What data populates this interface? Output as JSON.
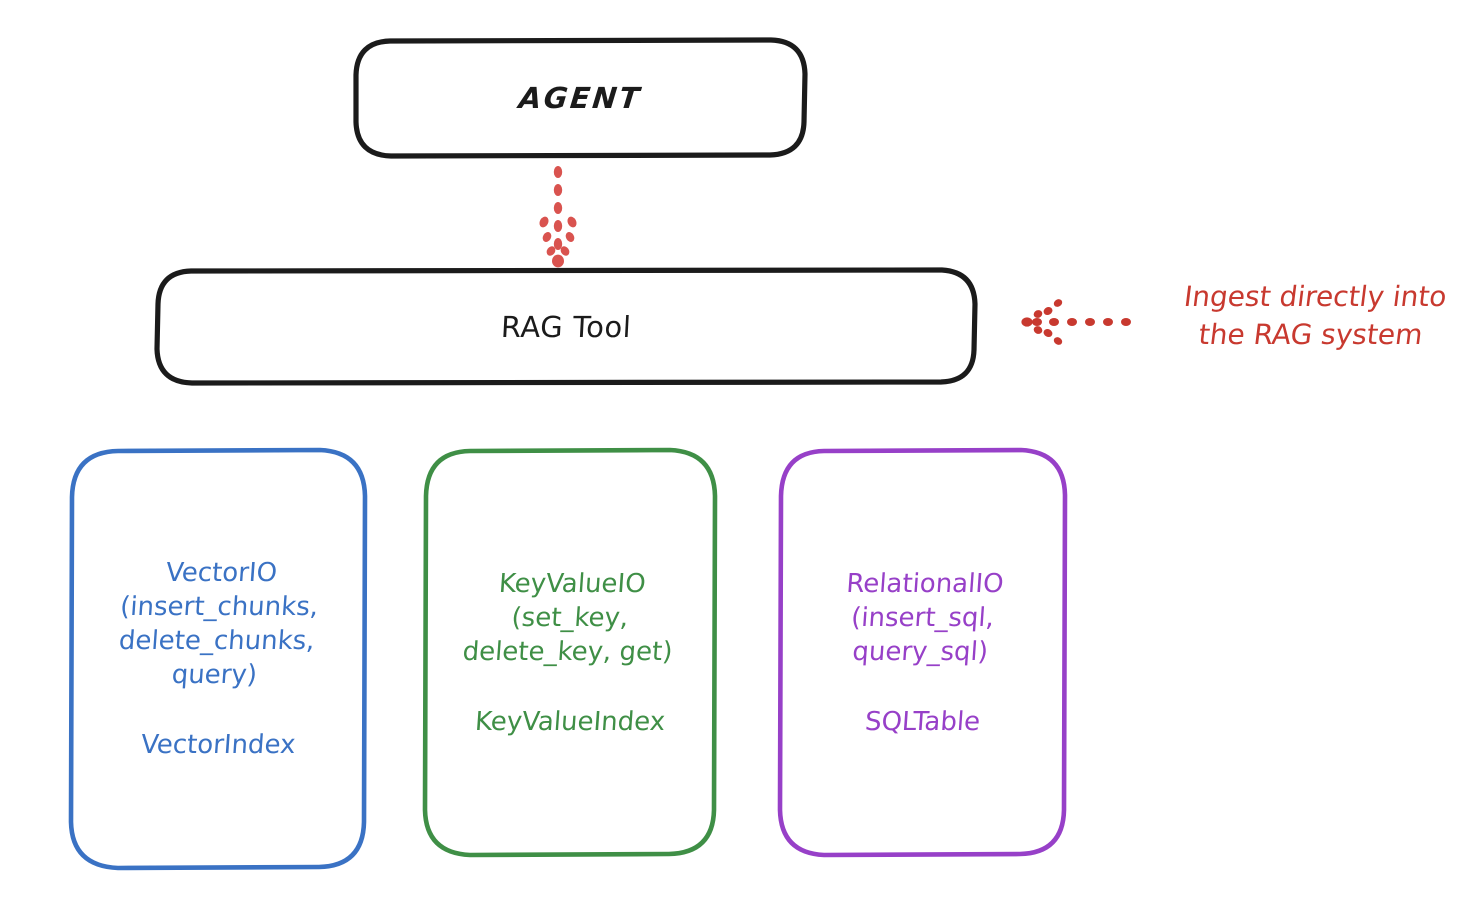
{
  "diagram": {
    "title": "RAG Tool architecture (hand-drawn style)",
    "background": "#ffffff",
    "colors": {
      "stroke_black": "#1b1b1b",
      "vector_blue": "#3a72c4",
      "keyvalue_green": "#3f8f46",
      "relational_purple": "#9740c8",
      "annotation_red": "#c8392f"
    },
    "nodes": {
      "agent": {
        "label": "AGENT"
      },
      "rag_tool": {
        "label": "RAG Tool"
      },
      "vector_io": {
        "title": "VectorIO\n(insert_chunks,\ndelete_chunks,\nquery)",
        "index": "VectorIndex",
        "color": "#3a72c4"
      },
      "key_value_io": {
        "title": "KeyValueIO\n(set_key,\ndelete_key, get)",
        "index": "KeyValueIndex",
        "color": "#3f8f46"
      },
      "relational_io": {
        "title": "RelationalIO\n(insert_sql,\nquery_sql)",
        "index": "SQLTable",
        "color": "#9740c8"
      }
    },
    "annotations": {
      "ingest": {
        "text": "Ingest directly into\nthe RAG system",
        "color": "#c8392f"
      }
    },
    "connectors": {
      "agent_to_rag_tool": {
        "style": "dotted",
        "direction": "down",
        "color": "#c8392f"
      },
      "annotation_to_rag_tool": {
        "style": "dotted",
        "direction": "left",
        "color": "#c8392f"
      }
    }
  }
}
